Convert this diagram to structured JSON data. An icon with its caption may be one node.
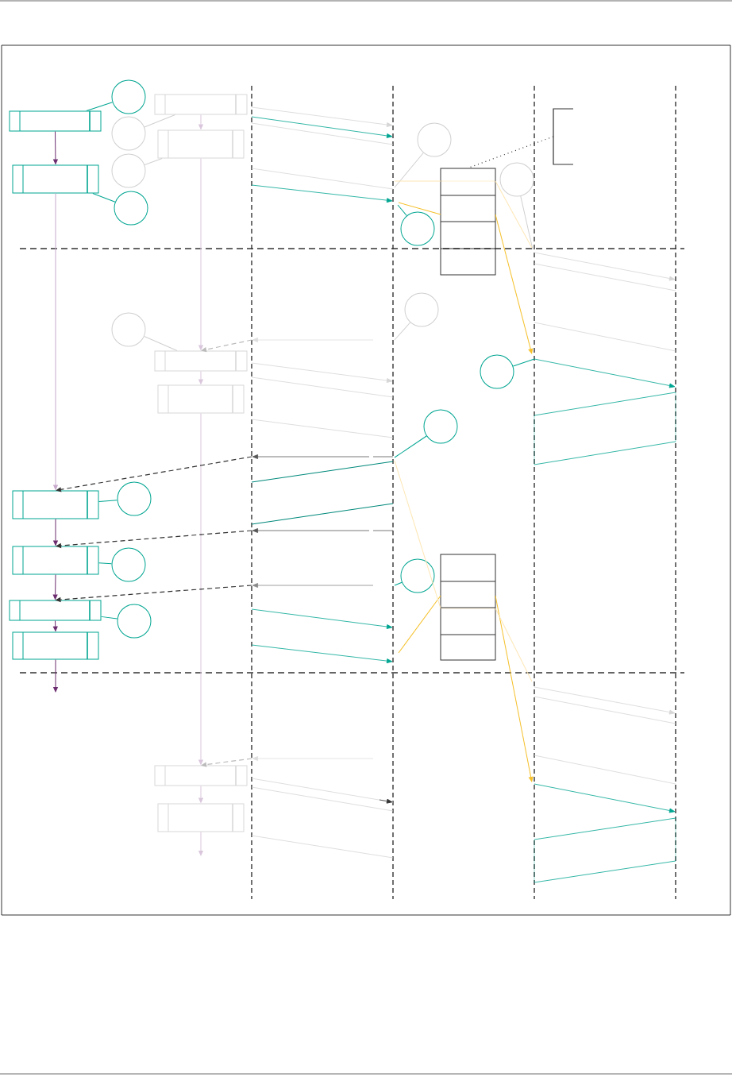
{
  "diagram": {
    "nodes": [
      {
        "text": [],
        "shape": "box"
      },
      {
        "text": [],
        "shape": "box"
      },
      {
        "text": [],
        "shape": "box"
      },
      {
        "text": [],
        "shape": "box"
      },
      {
        "text": [],
        "shape": "box"
      },
      {
        "text": [],
        "shape": "box"
      },
      {
        "text": [],
        "shape": "box"
      },
      {
        "text": [],
        "shape": "box"
      },
      {
        "text": [],
        "shape": "box"
      },
      {
        "text": [],
        "shape": "box"
      },
      {
        "text": [],
        "shape": "box"
      },
      {
        "text": [],
        "shape": "box"
      },
      {
        "text": [],
        "shape": "circle"
      },
      {
        "text": [],
        "shape": "circle"
      },
      {
        "text": [],
        "shape": "circle"
      },
      {
        "text": [],
        "shape": "circle"
      },
      {
        "text": [],
        "shape": "circle"
      },
      {
        "text": [],
        "shape": "circle"
      },
      {
        "text": [],
        "shape": "circle"
      },
      {
        "text": [],
        "shape": "circle"
      },
      {
        "text": [],
        "shape": "circle"
      },
      {
        "text": [],
        "shape": "circle"
      },
      {
        "text": [],
        "shape": "circle"
      },
      {
        "text": [],
        "shape": "circle"
      },
      {
        "text": [],
        "shape": "circle"
      },
      {
        "text": [],
        "shape": "circle"
      },
      {
        "text": [],
        "shape": "circle"
      },
      {
        "text": [],
        "shape": "box"
      },
      {
        "text": [],
        "shape": "box"
      },
      {
        "text": [],
        "shape": "bracket"
      }
    ],
    "edges": [
      {
        "from": 0,
        "to": 1,
        "arrow": "to",
        "color": "#6c2d6f"
      },
      {
        "from": 1,
        "to": 2,
        "arrow": "to",
        "color": "#c7a9cb"
      },
      {
        "from": 2,
        "to": 3,
        "arrow": "to",
        "color": "#6c2d6f"
      },
      {
        "from": 3,
        "to": 4,
        "arrow": "to",
        "color": "#6c2d6f"
      },
      {
        "from": 4,
        "to": 5,
        "arrow": "to",
        "color": "#6c2d6f"
      },
      {
        "from": 5,
        "to": null,
        "arrow": "to",
        "color": "#6c2d6f"
      },
      {
        "from": 6,
        "to": 7,
        "arrow": "to",
        "color": "#d9c6dc"
      },
      {
        "from": 7,
        "to": 8,
        "arrow": "to",
        "color": "#d9c6dc"
      },
      {
        "from": 8,
        "to": 9,
        "arrow": "to",
        "color": "#d9c6dc"
      },
      {
        "from": 9,
        "to": 10,
        "arrow": "to",
        "color": "#d9c6dc"
      },
      {
        "from": 10,
        "to": 11,
        "arrow": "to",
        "color": "#d9c6dc"
      },
      {
        "from": 11,
        "to": null,
        "arrow": "to",
        "color": "#d9c6dc"
      },
      {
        "from": null,
        "to": 2,
        "arrow": "to",
        "style": "dashed",
        "color": "#333333"
      },
      {
        "from": null,
        "to": 3,
        "arrow": "to",
        "style": "dashed",
        "color": "#333333"
      },
      {
        "from": null,
        "to": 4,
        "arrow": "to",
        "style": "dashed",
        "color": "#333333"
      },
      {
        "from": null,
        "to": 8,
        "arrow": "to",
        "style": "dashed",
        "color": "#bbbbbb"
      },
      {
        "from": null,
        "to": 10,
        "arrow": "to",
        "style": "dashed",
        "color": "#bbbbbb"
      },
      {
        "from": 12,
        "to": 0,
        "arrow": "none"
      },
      {
        "from": 13,
        "to": 6,
        "arrow": "none",
        "color": "#d0d0d0"
      },
      {
        "from": 14,
        "to": 7,
        "arrow": "none",
        "color": "#d0d0d0"
      },
      {
        "from": 15,
        "to": 1,
        "arrow": "none"
      },
      {
        "from": 19,
        "to": 8,
        "arrow": "none",
        "color": "#d0d0d0"
      },
      {
        "from": 23,
        "to": 2,
        "arrow": "none"
      },
      {
        "from": 24,
        "to": 3,
        "arrow": "none"
      },
      {
        "from": 25,
        "to": 4,
        "arrow": "none"
      },
      {
        "from": 16,
        "to": null,
        "arrow": "none",
        "color": "#d0d0d0"
      },
      {
        "from": 17,
        "to": null,
        "arrow": "none",
        "color": "#d0d0d0"
      },
      {
        "from": 18,
        "to": null,
        "arrow": "none"
      },
      {
        "from": 20,
        "to": null,
        "arrow": "none",
        "color": "#d0d0d0"
      },
      {
        "from": 21,
        "to": null,
        "arrow": "none"
      },
      {
        "from": 22,
        "to": null,
        "arrow": "none"
      },
      {
        "from": 26,
        "to": null,
        "arrow": "none"
      },
      {
        "from": 29,
        "to": 27,
        "arrow": "none",
        "style": "dashed",
        "color": "#333333"
      },
      {
        "from": null,
        "to": 27,
        "arrow": "none",
        "color": "#f5c02a"
      },
      {
        "from": 27,
        "to": null,
        "arrow": "to",
        "color": "#f5c02a"
      },
      {
        "from": null,
        "to": 28,
        "arrow": "none",
        "color": "#f5c02a"
      },
      {
        "from": 28,
        "to": null,
        "arrow": "to",
        "color": "#f5c02a"
      },
      {
        "from": null,
        "to": 27,
        "arrow": "none",
        "color": "#fde7b5"
      },
      {
        "from": 27,
        "to": null,
        "arrow": "none",
        "color": "#fde7b5"
      },
      {
        "from": null,
        "to": 28,
        "arrow": "none",
        "color": "#fde7b5"
      },
      {
        "from": 28,
        "to": null,
        "arrow": "none",
        "color": "#fde7b5"
      }
    ]
  }
}
